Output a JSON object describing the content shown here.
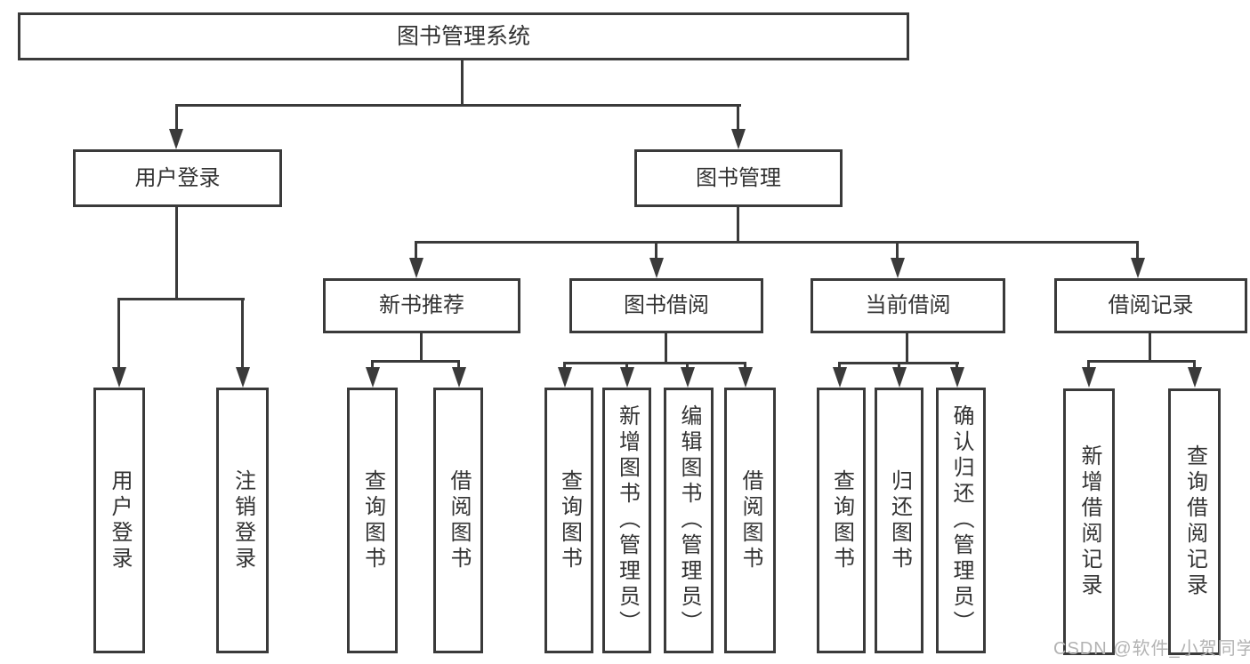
{
  "diagram": {
    "type": "hierarchy-tree",
    "watermark": "CSDN @软件_小贺同学",
    "colors": {
      "line": "#3a3a3a",
      "text": "#333333",
      "background": "#ffffff",
      "watermark": "#b3b3b3"
    },
    "nodes": [
      {
        "id": "root",
        "label": "图书管理系统"
      },
      {
        "id": "user-login",
        "label": "用户登录"
      },
      {
        "id": "book-management",
        "label": "图书管理"
      },
      {
        "id": "new-book-recommendation",
        "label": "新书推荐"
      },
      {
        "id": "book-borrowing",
        "label": "图书借阅"
      },
      {
        "id": "current-borrowing",
        "label": "当前借阅"
      },
      {
        "id": "borrowing-records",
        "label": "借阅记录"
      },
      {
        "id": "user-login-action",
        "label": "用户登录"
      },
      {
        "id": "logout-action",
        "label": "注销登录"
      },
      {
        "id": "query-books-recommend",
        "label": "查询图书"
      },
      {
        "id": "borrow-books-recommend",
        "label": "借阅图书"
      },
      {
        "id": "query-books-borrowing",
        "label": "查询图书"
      },
      {
        "id": "add-books-admin",
        "label": "新增图书（管理员）"
      },
      {
        "id": "edit-books-admin",
        "label": "编辑图书（管理员）"
      },
      {
        "id": "borrow-books-borrowing",
        "label": "借阅图书"
      },
      {
        "id": "query-books-current",
        "label": "查询图书"
      },
      {
        "id": "return-books",
        "label": "归还图书"
      },
      {
        "id": "confirm-return-admin",
        "label": "确认归还（管理员）"
      },
      {
        "id": "add-borrowing-record",
        "label": "新增借阅记录"
      },
      {
        "id": "query-borrowing-record",
        "label": "查询借阅记录"
      }
    ],
    "edges": [
      {
        "from": "root",
        "to": "user-login"
      },
      {
        "from": "root",
        "to": "book-management"
      },
      {
        "from": "user-login",
        "to": "user-login-action"
      },
      {
        "from": "user-login",
        "to": "logout-action"
      },
      {
        "from": "book-management",
        "to": "new-book-recommendation"
      },
      {
        "from": "book-management",
        "to": "book-borrowing"
      },
      {
        "from": "book-management",
        "to": "current-borrowing"
      },
      {
        "from": "book-management",
        "to": "borrowing-records"
      },
      {
        "from": "new-book-recommendation",
        "to": "query-books-recommend"
      },
      {
        "from": "new-book-recommendation",
        "to": "borrow-books-recommend"
      },
      {
        "from": "book-borrowing",
        "to": "query-books-borrowing"
      },
      {
        "from": "book-borrowing",
        "to": "add-books-admin"
      },
      {
        "from": "book-borrowing",
        "to": "edit-books-admin"
      },
      {
        "from": "book-borrowing",
        "to": "borrow-books-borrowing"
      },
      {
        "from": "current-borrowing",
        "to": "query-books-current"
      },
      {
        "from": "current-borrowing",
        "to": "return-books"
      },
      {
        "from": "current-borrowing",
        "to": "confirm-return-admin"
      },
      {
        "from": "borrowing-records",
        "to": "add-borrowing-record"
      },
      {
        "from": "borrowing-records",
        "to": "query-borrowing-record"
      }
    ]
  }
}
